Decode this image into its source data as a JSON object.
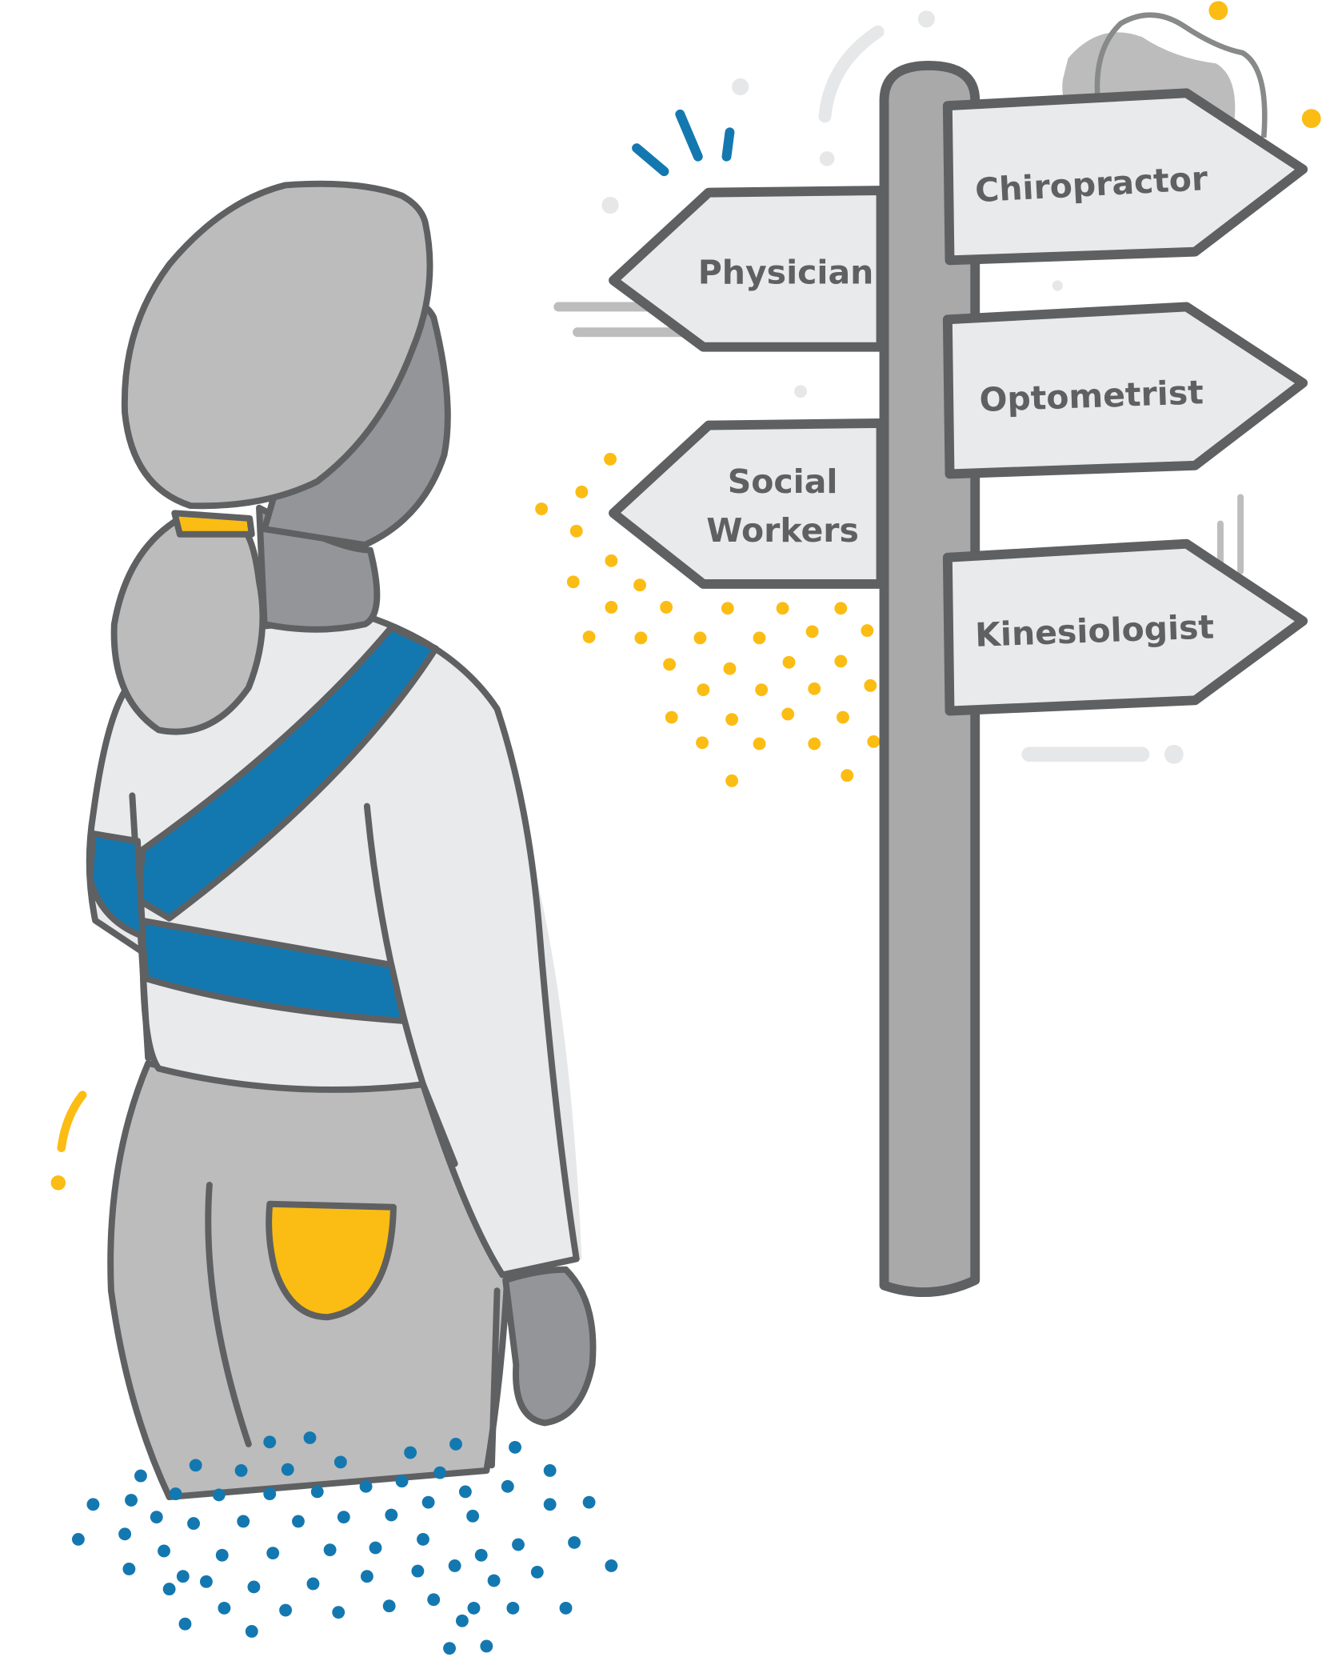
{
  "illustration": {
    "description": "Person with crossbody bag looking at a signpost of career directions",
    "colors": {
      "outline": "#5f6062",
      "sign_fill": "#e9eaec",
      "pole_fill": "#a9a9a9",
      "hair_light": "#bcbcbc",
      "skin_dark": "#939598",
      "shirt": "#e9eaec",
      "strap_blue": "#1478b0",
      "accent_yellow": "#fbbd14",
      "pants": "#bcbcbc",
      "deco_light": "#e6e7e8",
      "deco_mid": "#bdbdbd"
    }
  },
  "signpost": {
    "signs": [
      {
        "label": "Chiropractor",
        "direction": "right"
      },
      {
        "label": "Physician",
        "direction": "left"
      },
      {
        "label": "Optometrist",
        "direction": "right"
      },
      {
        "label": "Social",
        "label2": "Workers",
        "direction": "left"
      },
      {
        "label": "Kinesiologist",
        "direction": "right"
      }
    ]
  }
}
